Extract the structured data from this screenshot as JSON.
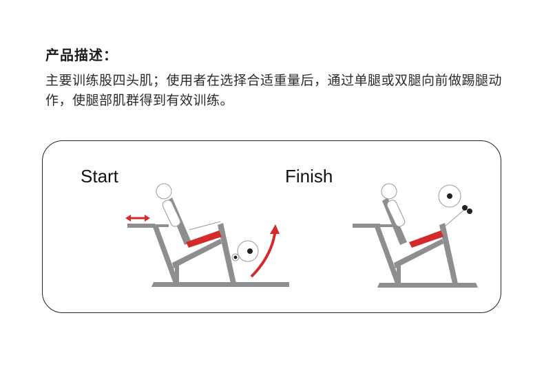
{
  "heading": "产品描述：",
  "description": "主要训练股四头肌；使用者在选择合适重量后，通过单腿或双腿向前做踢腿动作，使腿部肌群得到有效训练。",
  "diagram": {
    "start_label": "Start",
    "finish_label": "Finish",
    "colors": {
      "frame": "#8e8e8e",
      "seat": "#d42a2a",
      "arrow": "#d42a2a",
      "outline": "#222222"
    }
  }
}
